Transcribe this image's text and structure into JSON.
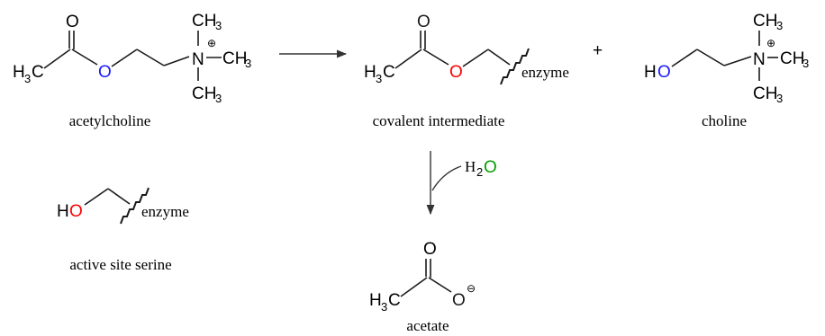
{
  "colors": {
    "bond": "#1a1a1a",
    "oxygen_red": "#ff0000",
    "oxygen_blue": "#1a1aff",
    "oxygen_green": "#00a000",
    "text": "#000000"
  },
  "acetylcholine": {
    "label": "acetylcholine",
    "methyl_main": "H",
    "methyl_sub": "3",
    "methyl_tail": "C",
    "carbonyl_o": "O",
    "ester_o": "O",
    "nitrogen": "N",
    "n_charge": "⊕",
    "me_top": "CH",
    "me_top_sub": "3",
    "me_right": "CH",
    "me_right_sub": "3",
    "me_bottom": "CH",
    "me_bottom_sub": "3"
  },
  "intermediate": {
    "label": "covalent intermediate",
    "methyl_main": "H",
    "methyl_sub": "3",
    "methyl_tail": "C",
    "carbonyl_o": "O",
    "ester_o": "O",
    "enzyme": "enzyme"
  },
  "plus_sign": "+",
  "choline": {
    "label": "choline",
    "hydroxyl": "HO",
    "nitrogen": "N",
    "n_charge": "⊕",
    "me_top": "CH",
    "me_top_sub": "3",
    "me_right": "CH",
    "me_right_sub": "3",
    "me_bottom": "CH",
    "me_bottom_sub": "3"
  },
  "water": {
    "h": "H",
    "sub": "2",
    "o": "O"
  },
  "serine": {
    "label": "active site serine",
    "h": "H",
    "o": "O",
    "enzyme": "enzyme"
  },
  "acetate": {
    "label": "acetate",
    "methyl_main": "H",
    "methyl_sub": "3",
    "methyl_tail": "C",
    "carbonyl_o": "O",
    "anion_o": "O",
    "o_charge": "⊖"
  }
}
